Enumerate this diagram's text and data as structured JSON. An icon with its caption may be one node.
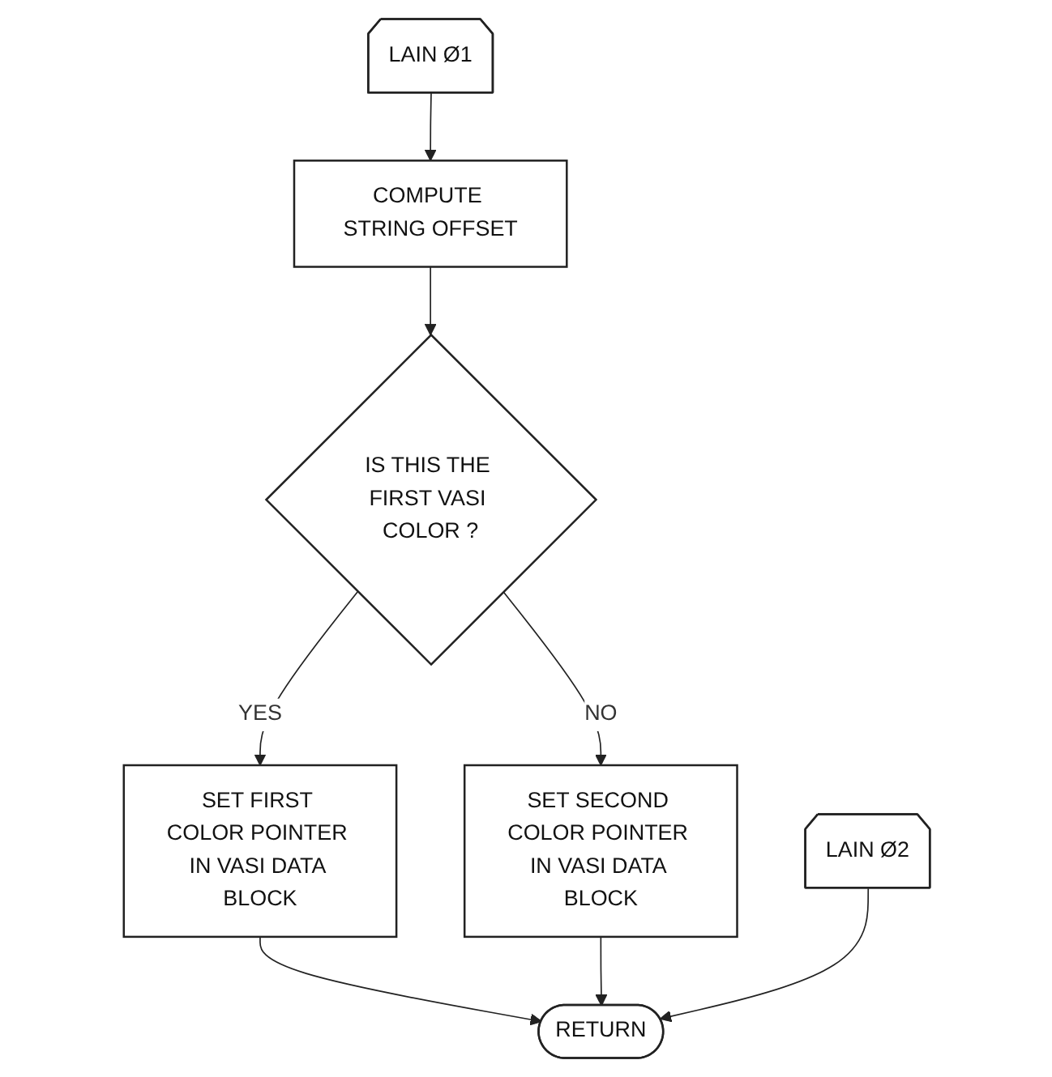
{
  "diagram": {
    "nodes": [
      {
        "text": [
          "LAIN Ø1"
        ]
      },
      {
        "text": [
          "COMPUTE STRING OFFSET"
        ]
      },
      {
        "text": [
          "IS THIS THE FIRST VASI COLOR ?"
        ]
      },
      {
        "text": [
          "SET FIRST COLOR POINTER IN VASI DATA BLOCK"
        ]
      },
      {
        "text": [
          "SET SECOND COLOR POINTER IN VASI DATA BLOCK"
        ]
      },
      {
        "text": [
          "LAIN Ø2"
        ]
      },
      {
        "text": [
          "RETURN"
        ]
      }
    ],
    "edges": [
      {
        "from": 0,
        "to": 1,
        "arrow": "to"
      },
      {
        "from": 1,
        "to": 2,
        "arrow": "to"
      },
      {
        "from": 2,
        "to": 3,
        "label": "YES",
        "arrow": "to"
      },
      {
        "from": 2,
        "to": 4,
        "label": "NO",
        "arrow": "to"
      },
      {
        "from": 3,
        "to": 6,
        "arrow": "to"
      },
      {
        "from": 4,
        "to": 6,
        "arrow": "to"
      },
      {
        "from": 5,
        "to": 6,
        "arrow": "to"
      }
    ]
  }
}
